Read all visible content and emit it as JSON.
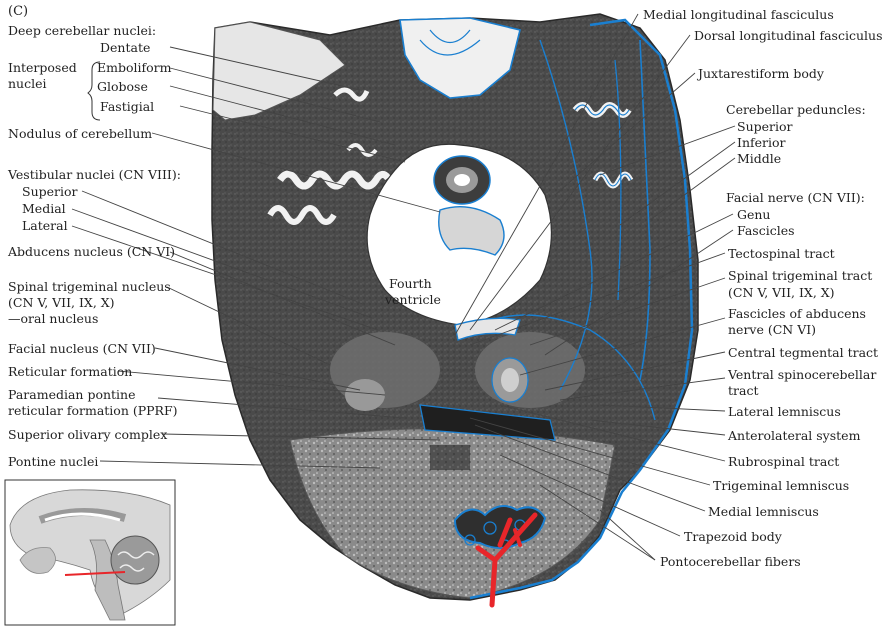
{
  "panel_letter": "(C)",
  "left_labels": {
    "deep_cerebellar_nuclei": "Deep cerebellar nuclei:",
    "dentate": "Dentate",
    "interposed_nuclei": [
      "Interposed",
      "nuclei"
    ],
    "emboliform": "Emboliform",
    "globose": "Globose",
    "fastigial": "Fastigial",
    "nodulus": "Nodulus of cerebellum",
    "vestibular_nuclei": "Vestibular nuclei (CN VIII):",
    "vest_superior": "Superior",
    "vest_medial": "Medial",
    "vest_lateral": "Lateral",
    "abducens_nucleus": "Abducens nucleus (CN VI)",
    "spinal_trigeminal_nucleus": [
      "Spinal trigeminal nucleus",
      "(CN V, VII, IX, X)",
      "—oral nucleus"
    ],
    "facial_nucleus": "Facial nucleus (CN VII)",
    "reticular_formation": "Reticular formation",
    "pprf": [
      "Paramedian pontine",
      "reticular formation (PPRF)"
    ],
    "superior_olivary": "Superior olivary complex",
    "pontine_nuclei": "Pontine nuclei"
  },
  "center_labels": {
    "fourth_ventricle": [
      "Fourth",
      "ventricle"
    ]
  },
  "right_labels": {
    "medial_longitudinal_fasciculus": "Medial longitudinal fasciculus",
    "dorsal_longitudinal_fasciculus": "Dorsal longitudinal fasciculus",
    "juxtarestiform_body": "Juxtarestiform body",
    "cerebellar_peduncles": "Cerebellar peduncles:",
    "ped_superior": "Superior",
    "ped_inferior": "Inferior",
    "ped_middle": "Middle",
    "facial_nerve": "Facial nerve (CN VII):",
    "genu": "Genu",
    "fascicles": "Fascicles",
    "tectospinal_tract": "Tectospinal tract",
    "spinal_trigeminal_tract": [
      "Spinal trigeminal tract",
      "(CN V, VII, IX, X)"
    ],
    "fascicles_abducens": [
      "Fascicles of abducens",
      "nerve (CN VI)"
    ],
    "central_tegmental_tract": "Central tegmental tract",
    "ventral_spinocerebellar": [
      "Ventral spinocerebellar",
      "tract"
    ],
    "lateral_lemniscus": "Lateral lemniscus",
    "anterolateral_system": "Anterolateral system",
    "rubrospinal_tract": "Rubrospinal tract",
    "trigeminal_lemniscus": "Trigeminal lemniscus",
    "medial_lemniscus": "Medial lemniscus",
    "trapezoid_body": "Trapezoid body",
    "pontocerebellar_fibers": "Pontocerebellar fibers"
  },
  "colors": {
    "blue_outline": "#1a7fd0",
    "annotation_red": "#e8262a",
    "section_dark": "#3d3d3d",
    "section_light": "#cfcfcf",
    "leader_line": "#444444"
  }
}
